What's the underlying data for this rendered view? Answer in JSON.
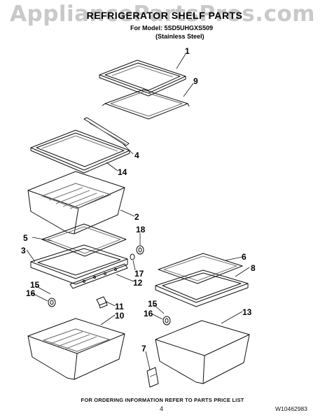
{
  "watermark": "AppliancePartsPros.com",
  "header": {
    "title": "REFRIGERATOR SHELF PARTS",
    "model_line": "For Model: 5SD5UHGXS509",
    "finish_line": "(Stainless Steel)"
  },
  "callouts": [
    "1",
    "9",
    "4",
    "14",
    "2",
    "18",
    "5",
    "3",
    "17",
    "12",
    "15",
    "16",
    "11",
    "10",
    "6",
    "8",
    "15",
    "16",
    "13",
    "7"
  ],
  "footer": {
    "ordering_note": "FOR ORDERING INFORMATION REFER TO PARTS PRICE LIST",
    "page_number": "4",
    "doc_number": "W10462983"
  }
}
